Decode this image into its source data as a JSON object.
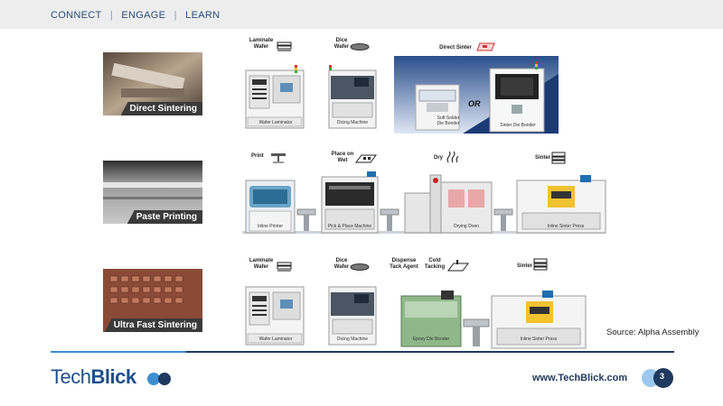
{
  "topnav": {
    "connect": "CONNECT",
    "engage": "ENGAGE",
    "learn": "LEARN",
    "sep": "|"
  },
  "rows": [
    {
      "title": "Direct Sintering",
      "step_labels": {
        "laminate": "Laminate\nWafer",
        "dice": "Dice\nWafer",
        "sinter": "Direct Sinter"
      },
      "machines": {
        "m1": "Wafer Laminator",
        "m2": "Dicing Machine",
        "m3": "Soft Solder\nDie Bonder",
        "m4": "Sinter Die Bonder"
      },
      "or": "OR"
    },
    {
      "title": "Paste Printing",
      "step_labels": {
        "print": "Print",
        "place": "Place on\nWet",
        "dry": "Dry",
        "sinter": "Sinter"
      },
      "machines": {
        "m1": "Inline Printer",
        "m2": "Pick & Place Machine",
        "m3": "Drying Oven",
        "m4": "Inline Sinter Press"
      }
    },
    {
      "title": "Ultra Fast Sintering",
      "step_labels": {
        "laminate": "Laminate\nWafer",
        "dice": "Dice\nWafer",
        "dispense": "Dispense\nTack Agent",
        "cold": "Cold\nTacking",
        "sinter": "Sinter"
      },
      "machines": {
        "m1": "Wafer Laminator",
        "m2": "Dicing Machine",
        "m3": "Epoxy Die Bonder",
        "m4": "Inline Sinter Press"
      }
    }
  ],
  "source": "Source: Alpha Assembly",
  "footer": {
    "logo_a": "Tech",
    "logo_b": "Blick",
    "url": "www.TechBlick.com",
    "page": "3"
  },
  "colors": {
    "navy": "#1f3a5f",
    "accent": "#3d8fd1",
    "label_bg": "#3a3a3a"
  }
}
